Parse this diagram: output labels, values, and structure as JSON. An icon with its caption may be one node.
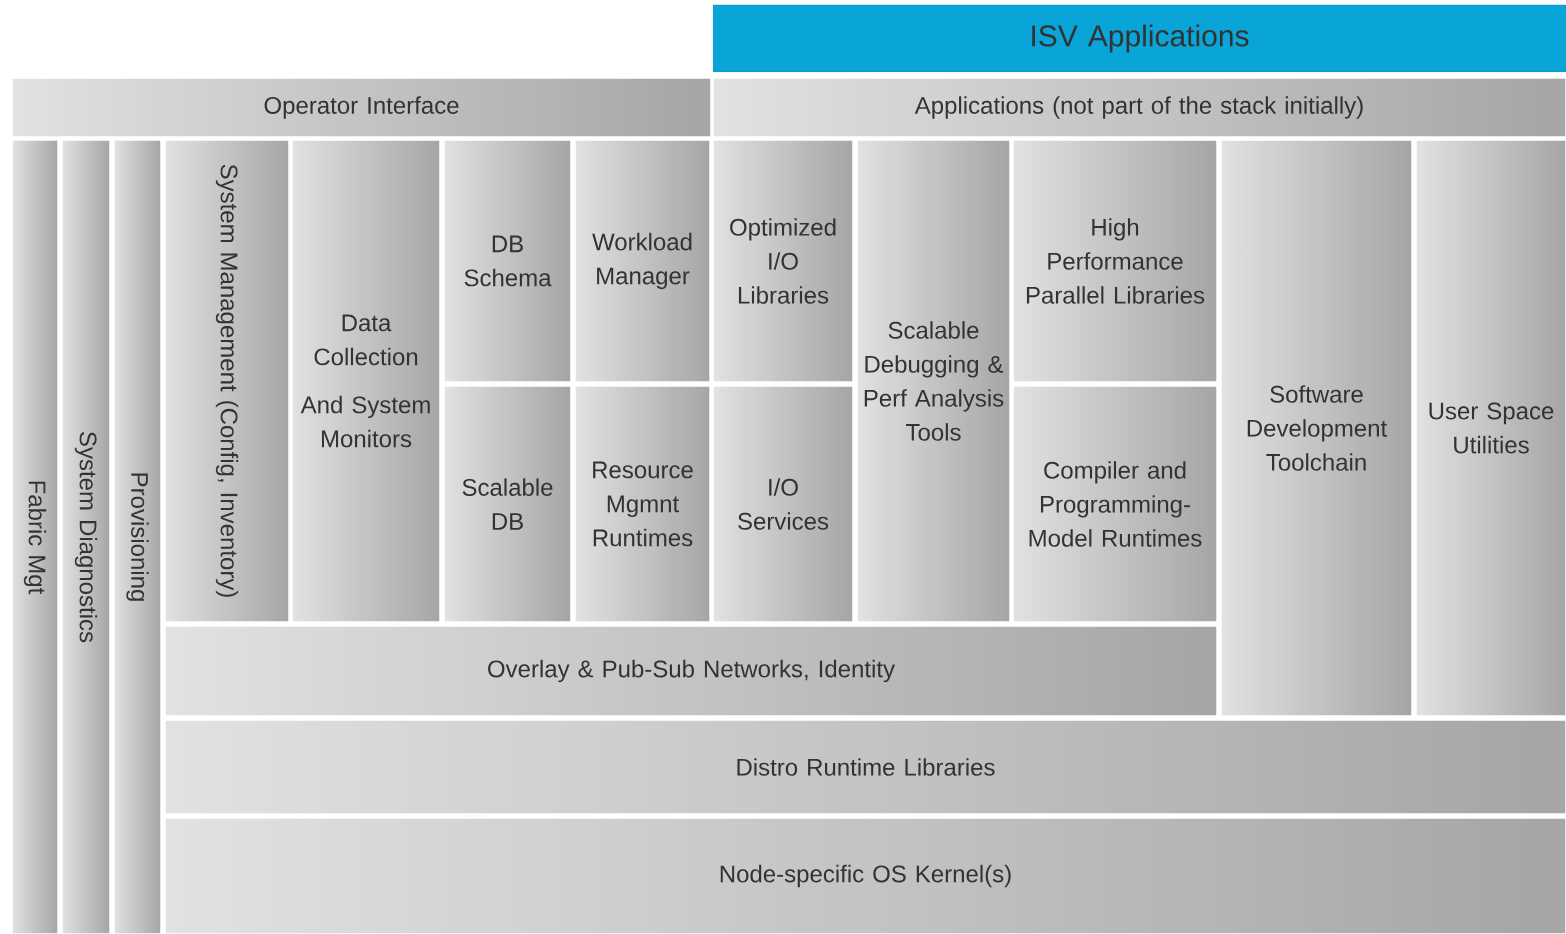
{
  "diagram": {
    "nodes": [
      {
        "text": [
          "ISV Applications"
        ]
      },
      {
        "text": [
          "Operator Interface"
        ]
      },
      {
        "text": [
          "Applications (not part of the stack initially)"
        ]
      },
      {
        "text": [
          "Fabric Mgt"
        ]
      },
      {
        "text": [
          "System Diagnostics"
        ]
      },
      {
        "text": [
          "Provisioning"
        ]
      },
      {
        "text": [
          "System Management (Config, Inventory)"
        ]
      },
      {
        "text": [
          "Data Collection",
          "And System Monitors"
        ]
      },
      {
        "text": [
          "DB Schema"
        ]
      },
      {
        "text": [
          "Workload Manager"
        ]
      },
      {
        "text": [
          "Optimized I/O Libraries"
        ]
      },
      {
        "text": [
          "Scalable Debugging & Perf Analysis Tools"
        ]
      },
      {
        "text": [
          "High Performance Parallel Libraries"
        ]
      },
      {
        "text": [
          "Software Development Toolchain"
        ]
      },
      {
        "text": [
          "User Space Utilities"
        ]
      },
      {
        "text": [
          "Scalable DB"
        ]
      },
      {
        "text": [
          "Resource Mgmnt Runtimes"
        ]
      },
      {
        "text": [
          "I/O Services"
        ]
      },
      {
        "text": [
          "Compiler and Programming-Model Runtimes"
        ]
      },
      {
        "text": [
          "Overlay & Pub-Sub Networks, Identity"
        ]
      },
      {
        "text": [
          "Distro Runtime Libraries"
        ]
      },
      {
        "text": [
          "Node-specific OS Kernel(s)"
        ]
      }
    ]
  }
}
